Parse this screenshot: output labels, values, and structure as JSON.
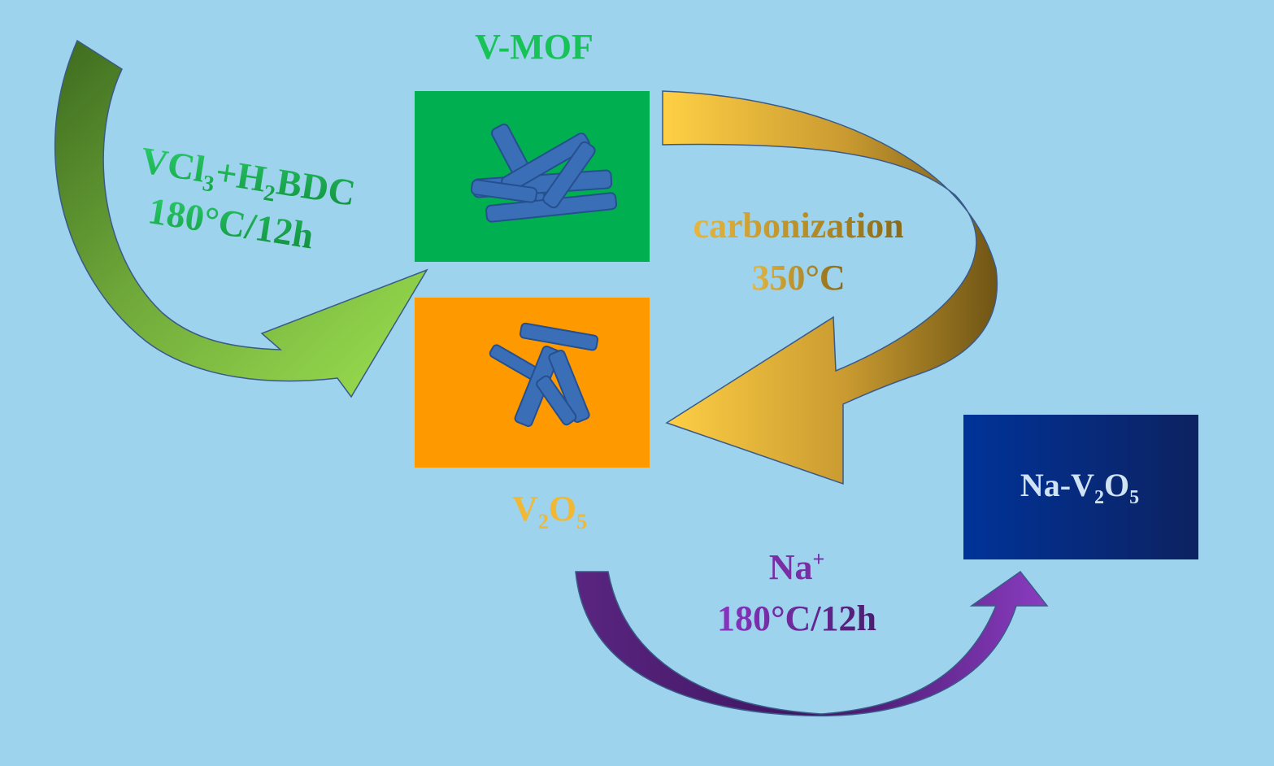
{
  "colors": {
    "background": "#9dd3ec",
    "mof_box": "#00b050",
    "v2o5_box": "#ff9900",
    "product_box_dark": "#0a2a6e",
    "product_box_light": "#003399",
    "crystal": "#3a6fb8",
    "mof_label": "#17c257",
    "step1_text": "#2ad06a",
    "step1_text_dark": "#0f8a3c",
    "v2o5_label": "#f6c431",
    "step2_text": "#d4a536",
    "step2_text_dark": "#8a6a18",
    "step3_text": "#7a2ea6",
    "product_text": "#cfe3f5"
  },
  "diagram": {
    "mof_label": "V-MOF",
    "v2o5_label": {
      "v": "V",
      "s1": "2",
      "o": "O",
      "s2": "5"
    },
    "product_label": {
      "main": "Na-V",
      "s1": "2",
      "o": "O",
      "s2": "5"
    },
    "step1": {
      "line1": {
        "a": "VCl",
        "s1": "3",
        "b": "+H",
        "s2": "2",
        "c": "BDC"
      },
      "line2": "180°C/12h"
    },
    "step2": {
      "line1": "carbonization",
      "line2": "350°C"
    },
    "step3": {
      "line1_main": "Na",
      "line1_sup": "+",
      "line2": "180°C/12h"
    }
  },
  "icons": {
    "mof_crystal": "rod-cluster-icon",
    "v2o5_crystal": "rod-cluster-icon"
  }
}
